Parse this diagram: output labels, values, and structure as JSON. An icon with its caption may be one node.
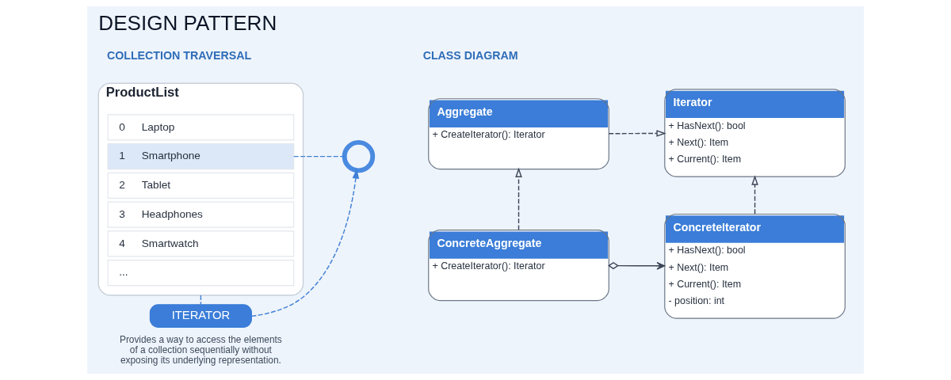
{
  "diagram": {
    "title": "DESIGN PATTERN",
    "nodes": [
      {
        "text": [
          "ProductList"
        ]
      },
      {
        "text": [
          "0",
          "Laptop"
        ],
        "in": 0
      },
      {
        "text": [
          "1",
          "Smartphone"
        ],
        "in": 0
      },
      {
        "text": [
          "2",
          "Tablet"
        ],
        "in": 0
      },
      {
        "text": [
          "3",
          "Headphones"
        ],
        "in": 0
      },
      {
        "text": [
          "4",
          "Smartwatch"
        ],
        "in": 0
      },
      {
        "text": [
          "..."
        ],
        "in": 0
      },
      {
        "text": [],
        "shape": "circle"
      },
      {
        "text": [
          "ITERATOR"
        ],
        "beside": [
          "Provides a way to access the elements of a collection sequentially without exposing its underlying representation."
        ]
      },
      {
        "text": [
          "Aggregate",
          "+ CreateIterator(): Iterator"
        ]
      },
      {
        "text": [
          "Iterator",
          "+ HasNext(): bool",
          "+ Next(): Item",
          "+ Current(): Item"
        ]
      },
      {
        "text": [
          "ConcreteAggregate",
          "+ CreateIterator(): Iterator"
        ]
      },
      {
        "text": [
          "ConcreteIterator",
          "+ HasNext(): bool",
          "+ Next(): Item",
          "+ Current(): Item",
          "- position: int"
        ]
      }
    ],
    "edges": [
      {
        "from": 2,
        "to": 7,
        "arrow": "none",
        "style": "dashed",
        "color": "#3f7fd6"
      },
      {
        "from": 0,
        "to": 8,
        "arrow": "none",
        "style": "dashed",
        "color": "#3f7fd6"
      },
      {
        "from": 8,
        "to": 7,
        "arrow": "to",
        "style": "dashed",
        "color": "#3f7fd6"
      },
      {
        "from": 9,
        "to": 10,
        "arrow": "to",
        "style": "dashed"
      },
      {
        "from": 11,
        "to": 9,
        "arrow": "to",
        "style": "dashed"
      },
      {
        "from": 11,
        "to": 12,
        "arrow": "to"
      },
      {
        "from": 12,
        "to": 10,
        "arrow": "to",
        "style": "dashed"
      }
    ],
    "labels": [
      "COLLECTION TRAVERSAL",
      "CLASS DIAGRAM"
    ]
  }
}
